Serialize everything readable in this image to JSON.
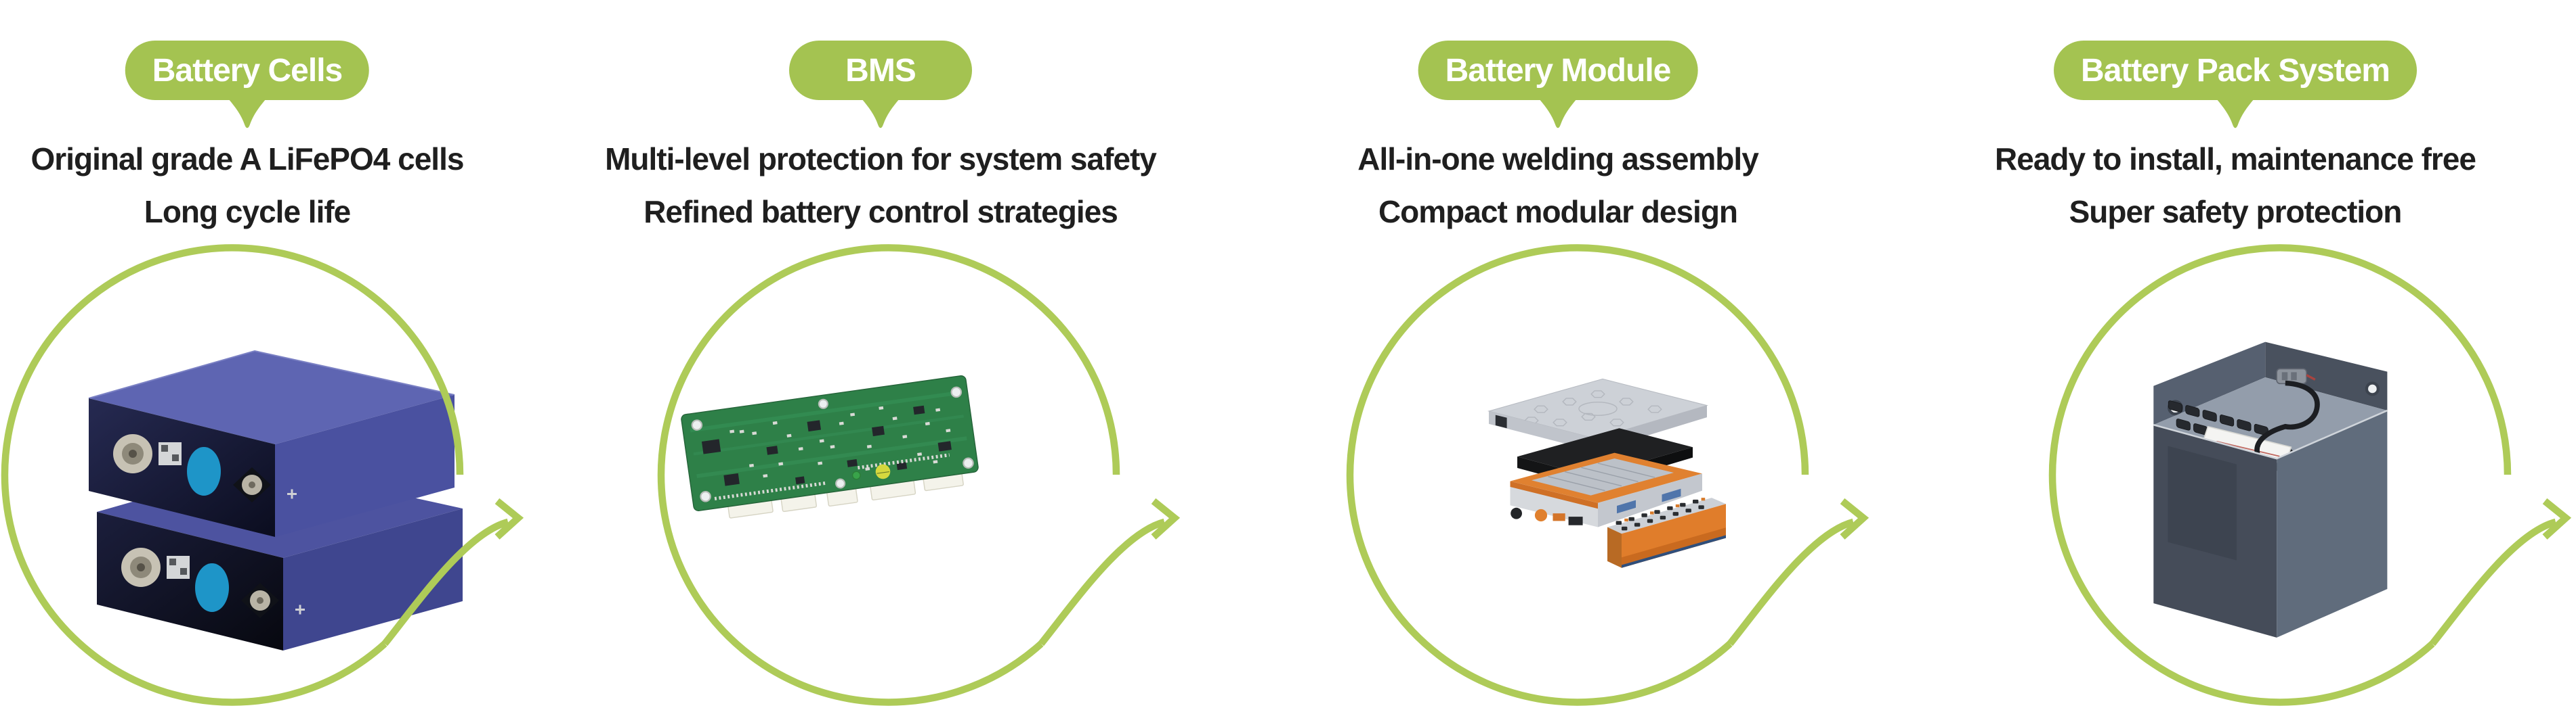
{
  "colors": {
    "background": "#ffffff",
    "pill_green": "#a4c351",
    "flow_green": "#aecb58",
    "text_dark": "#1f1f1f"
  },
  "units": [
    {
      "id": "battery-cells",
      "label": "Battery Cells",
      "desc_line1": "Original grade A LiFePO4 cells",
      "desc_line2": "Long cycle life",
      "illustration": "stacked-prismatic-lifepo4-cells-photo",
      "arrow_icon": "curved-arrow-right"
    },
    {
      "id": "bms",
      "label": "BMS",
      "desc_line1": "Multi-level protection for system safety",
      "desc_line2": "Refined battery control strategies",
      "illustration": "bms-circuit-board-photo",
      "arrow_icon": "curved-arrow-right"
    },
    {
      "id": "battery-module",
      "label": "Battery Module",
      "desc_line1": "All-in-one welding assembly",
      "desc_line2": "Compact modular design",
      "illustration": "battery-module-exploded-assembly-photo",
      "arrow_icon": "curved-arrow-right"
    },
    {
      "id": "battery-pack-system",
      "label": "Battery Pack System",
      "desc_line1": "Ready to install, maintenance free",
      "desc_line2": "Super safety protection",
      "illustration": "forklift-battery-pack-case-photo",
      "arrow_icon": "curved-arrow-right"
    }
  ]
}
